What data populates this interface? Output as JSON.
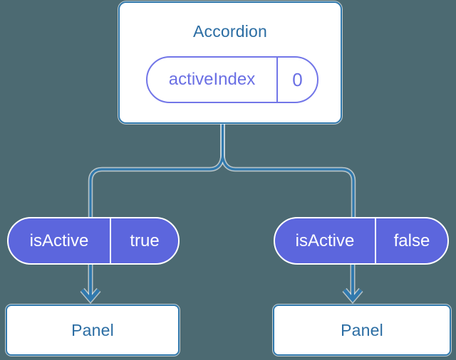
{
  "diagram": {
    "description": "React component tree showing lifted state: Accordion passes isActive to two Panels",
    "background_color": "#4C6A72",
    "line_color": "#3179AD",
    "node_text_color": "#2B6DA3",
    "prop_pill_color": "#6A6FE4",
    "state_pill_fill": "#5C66DD",
    "root": {
      "title": "Accordion",
      "prop": {
        "name": "activeIndex",
        "value": "0"
      }
    },
    "children": [
      {
        "state": {
          "name": "isActive",
          "value": "true"
        },
        "panel": {
          "title": "Panel"
        }
      },
      {
        "state": {
          "name": "isActive",
          "value": "false"
        },
        "panel": {
          "title": "Panel"
        }
      }
    ]
  }
}
